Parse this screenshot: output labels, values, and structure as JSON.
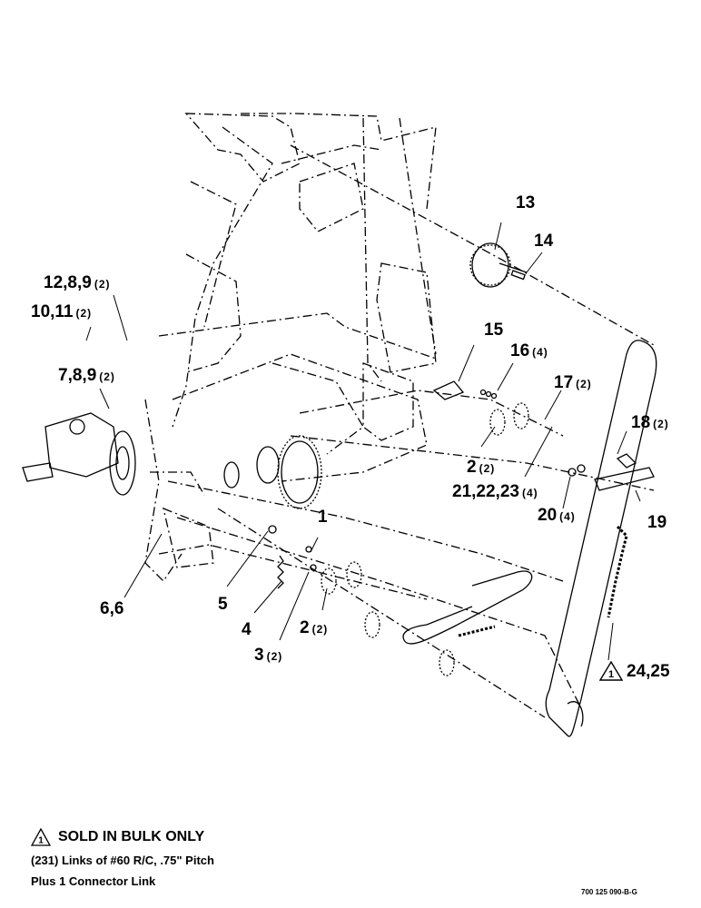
{
  "callouts": [
    {
      "id": "c13",
      "text": "13",
      "qty": ""
    },
    {
      "id": "c14",
      "text": "14",
      "qty": ""
    },
    {
      "id": "c12",
      "text": "12,8,9",
      "qty": "(2)"
    },
    {
      "id": "c10",
      "text": "10,11",
      "qty": "(2)"
    },
    {
      "id": "c15",
      "text": "15",
      "qty": ""
    },
    {
      "id": "c16",
      "text": "16",
      "qty": "(4)"
    },
    {
      "id": "c7",
      "text": "7,8,9",
      "qty": "(2)"
    },
    {
      "id": "c17",
      "text": "17",
      "qty": "(2)"
    },
    {
      "id": "c18",
      "text": "18",
      "qty": "(2)"
    },
    {
      "id": "c2a",
      "text": "2",
      "qty": "(2)"
    },
    {
      "id": "c21",
      "text": "21,22,23",
      "qty": "(4)"
    },
    {
      "id": "c20",
      "text": "20",
      "qty": "(4)"
    },
    {
      "id": "c19",
      "text": "19",
      "qty": ""
    },
    {
      "id": "c1",
      "text": "1",
      "qty": ""
    },
    {
      "id": "c6",
      "text": "6,6",
      "qty": ""
    },
    {
      "id": "c5",
      "text": "5",
      "qty": ""
    },
    {
      "id": "c4",
      "text": "4",
      "qty": ""
    },
    {
      "id": "c2b",
      "text": "2",
      "qty": "(2)"
    },
    {
      "id": "c3",
      "text": "3",
      "qty": "(2)"
    },
    {
      "id": "c24",
      "text": "24,25",
      "qty": ""
    }
  ],
  "callout_24_symbol": "1",
  "note": {
    "symbol": "1",
    "title": "SOLD IN BULK ONLY",
    "line1": "(231) Links of #60 R/C, .75\" Pitch",
    "line2": "Plus 1 Connector Link"
  },
  "drawing_code": "700 125 090-B-G"
}
